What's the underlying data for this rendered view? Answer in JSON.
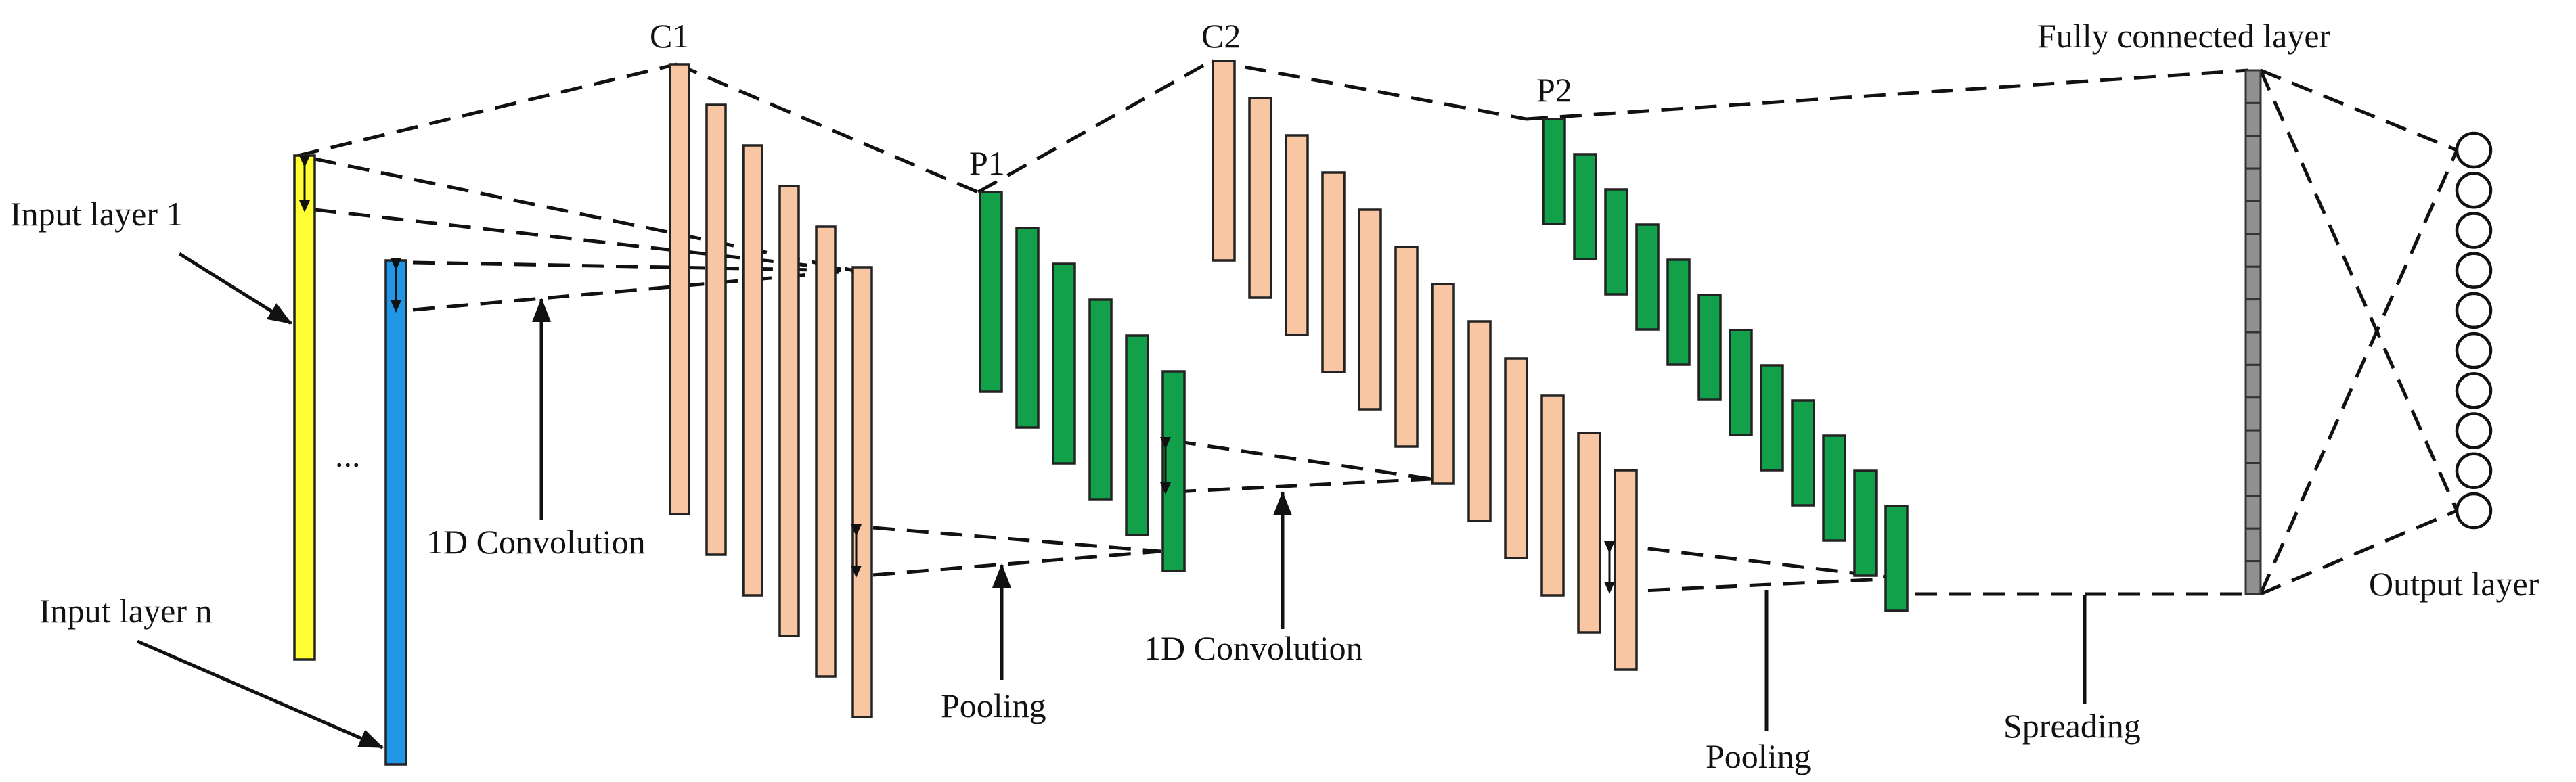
{
  "labels": {
    "input_layer_1": "Input layer 1",
    "input_layer_n": "Input layer n",
    "ellipsis": "...",
    "c1": "C1",
    "p1": "P1",
    "c2": "C2",
    "p2": "P2",
    "conv_1": "1D Convolution",
    "conv_2": "1D Convolution",
    "pooling_1": "Pooling",
    "pooling_2": "Pooling",
    "spreading": "Spreading",
    "fully_connected": "Fully connected layer",
    "output_layer": "Output layer"
  },
  "layers": {
    "inputs": 2,
    "c1_feature_maps": 6,
    "p1_feature_maps": 6,
    "c2_feature_maps": 12,
    "p2_feature_maps": 12,
    "fully_connected_cells": 16,
    "output_nodes": 10
  },
  "colors": {
    "input_1": "#ffff33",
    "input_n": "#2196e6",
    "convolution": "#f9c6a4",
    "pooling": "#12a04a",
    "fully_connected": "#909090",
    "output": "#ffffff"
  }
}
